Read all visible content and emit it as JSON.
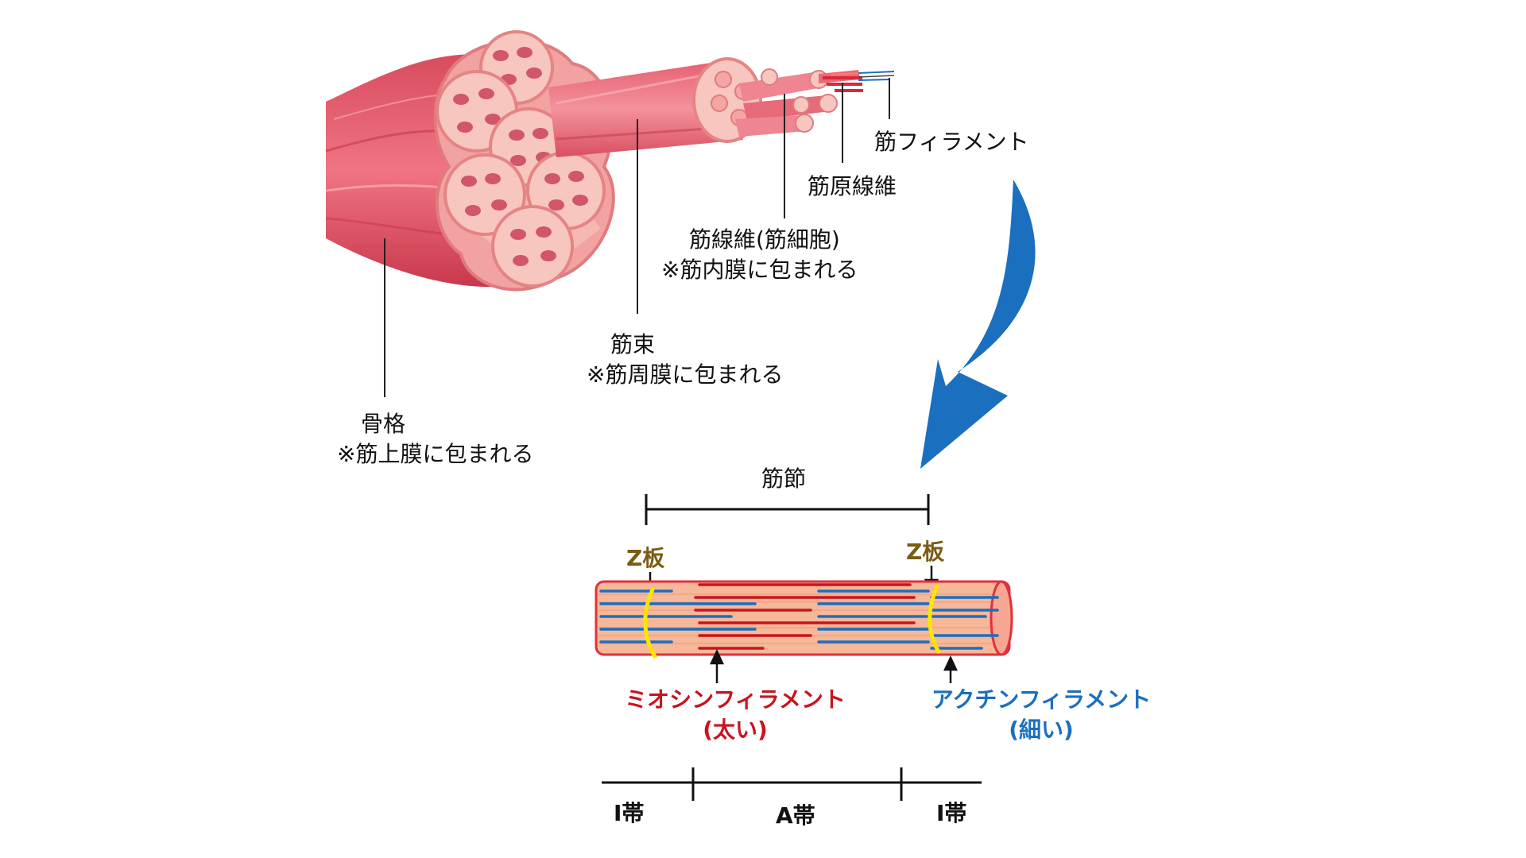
{
  "labels": {
    "skeletal": {
      "name": "骨格",
      "note": "※筋上膜に包まれる"
    },
    "fascicle": {
      "name": "筋束",
      "note": "※筋周膜に包まれる"
    },
    "fiber": {
      "name": "筋線維(筋細胞)",
      "note": "※筋内膜に包まれる"
    },
    "myofibril": {
      "name": "筋原線維"
    },
    "myofilament": {
      "name": "筋フィラメント"
    }
  },
  "sarcomere": {
    "title": "筋節",
    "z_disc_left": "Z板",
    "z_disc_right": "Z板",
    "myosin": {
      "name": "ミオシンフィラメント",
      "note": "(太い)"
    },
    "actin": {
      "name": "アクチンフィラメント",
      "note": "(細い)"
    },
    "bands": {
      "i_left": "I帯",
      "a": "A帯",
      "i_right": "I帯"
    }
  },
  "colors": {
    "muscle": "#e35a6a",
    "muscle_light": "#f59aa2",
    "fascicle_face": "#f6c0b8",
    "arrow": "#1a6fbf",
    "myosin": "#c8141e",
    "actin": "#1a6fbf",
    "z_disc": "#ffe600",
    "z_label": "#7a5c14"
  }
}
